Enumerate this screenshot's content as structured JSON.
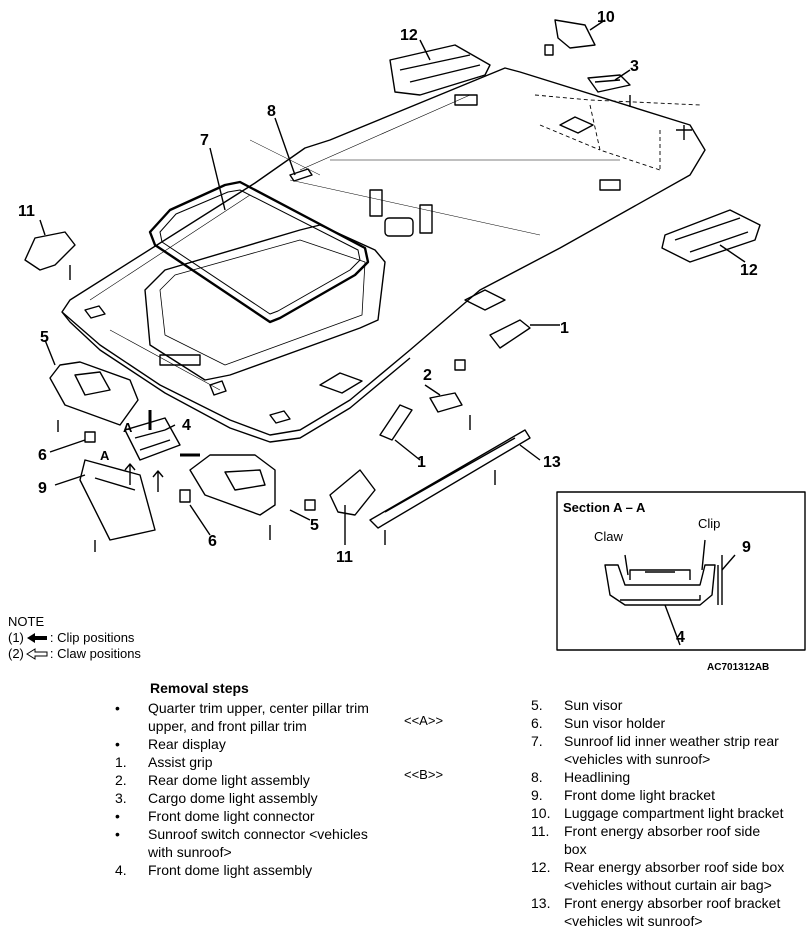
{
  "callouts": {
    "c1a": "1",
    "c1b": "1",
    "c3": "3",
    "c4a": "4",
    "c4b": "4",
    "c5a": "5",
    "c5b": "5",
    "c6a": "6",
    "c6b": "6",
    "c7": "7",
    "c8": "8",
    "c9a": "9",
    "c9b": "9",
    "c10": "10",
    "c11a": "11",
    "c11b": "11",
    "c12a": "12",
    "c12b": "12",
    "c13": "13",
    "c2": "2",
    "mark_a1": "A",
    "mark_a2": "A"
  },
  "section": {
    "title": "Section A – A",
    "claw": "Claw",
    "clip": "Clip"
  },
  "note": {
    "heading": "NOTE",
    "item1_num": "(1)",
    "item1_text": ": Clip positions",
    "item2_num": "(2)",
    "item2_text": ": Claw positions"
  },
  "figure_code": "AC701312AB",
  "removal": {
    "title": "Removal steps",
    "left": [
      {
        "mark": "•",
        "text": "Quarter trim upper, center pillar trim"
      },
      {
        "mark": "",
        "text": "upper, and front pillar trim"
      },
      {
        "mark": "•",
        "text": "Rear display"
      },
      {
        "mark": "1.",
        "text": "Assist grip"
      },
      {
        "mark": "2.",
        "text": "Rear dome light assembly"
      },
      {
        "mark": "3.",
        "text": "Cargo dome light assembly"
      },
      {
        "mark": "•",
        "text": "Front dome light connector"
      },
      {
        "mark": "•",
        "text": "Sunroof switch connector <vehicles"
      },
      {
        "mark": "",
        "text": "with sunroof>"
      },
      {
        "mark": "4.",
        "text": "Front dome light assembly"
      }
    ],
    "ref_a": "<<A>>",
    "ref_b": "<<B>>",
    "right": [
      {
        "mark": "5.",
        "text": "Sun visor"
      },
      {
        "mark": "6.",
        "text": "Sun visor holder"
      },
      {
        "mark": "7.",
        "text": "Sunroof lid inner weather strip rear"
      },
      {
        "mark": "",
        "text": "<vehicles with sunroof>"
      },
      {
        "mark": "8.",
        "text": "Headlining"
      },
      {
        "mark": "9.",
        "text": "Front dome light bracket"
      },
      {
        "mark": "10.",
        "text": "Luggage compartment light bracket"
      },
      {
        "mark": "11.",
        "text": "Front energy absorber roof side"
      },
      {
        "mark": "",
        "text": "box"
      },
      {
        "mark": "12.",
        "text": "Rear energy absorber roof side box"
      },
      {
        "mark": "",
        "text": "<vehicles without curtain air bag>"
      },
      {
        "mark": "13.",
        "text": "Front energy absorber roof bracket"
      },
      {
        "mark": "",
        "text": "<vehicles wit sunroof>"
      }
    ]
  }
}
